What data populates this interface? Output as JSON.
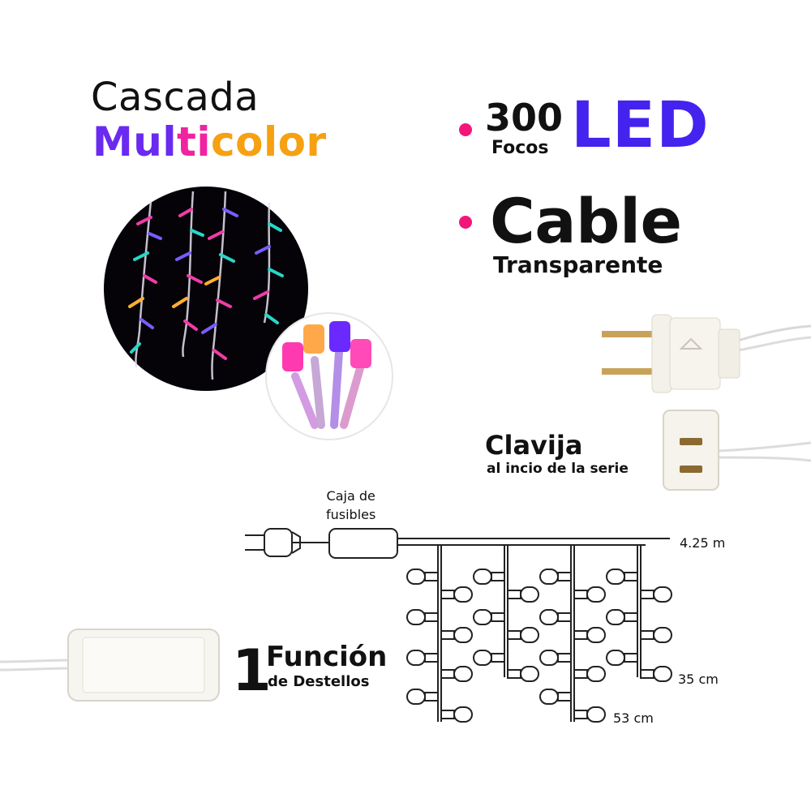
{
  "title": {
    "line1": "Cascada",
    "line2": [
      {
        "text": "Mul",
        "color": "#6a2af0"
      },
      {
        "text": "ti",
        "color": "#f024a0"
      },
      {
        "text": "color",
        "color": "#f6a012"
      }
    ]
  },
  "feature_leds": {
    "count": "300",
    "unit": "Focos",
    "label": "LED"
  },
  "feature_cable": {
    "label": "Cable",
    "sub": "Transparente"
  },
  "clavija": {
    "label": "Clavija",
    "sub": "al incio de la serie"
  },
  "diagram": {
    "fuse_box_label": "Caja de\nfusibles",
    "length_label": "4.25 m",
    "short_drop_label": "35 cm",
    "long_drop_label": "53 cm"
  },
  "function": {
    "number": "1",
    "label": "Función",
    "sub": "de Destellos"
  },
  "colors": {
    "bullet": "#f2167a",
    "led_accent": "#4423ee"
  }
}
